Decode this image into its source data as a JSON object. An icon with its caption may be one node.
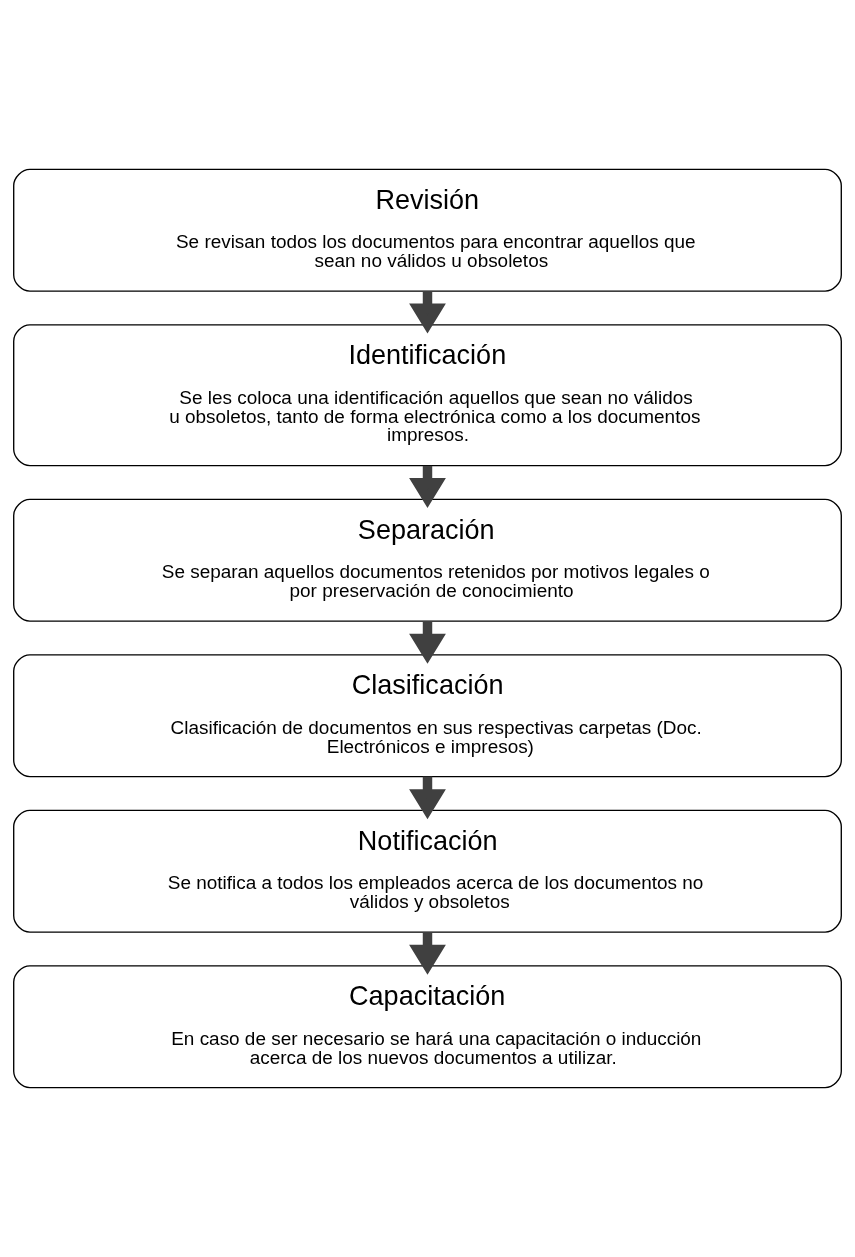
{
  "diagram": {
    "nodes": [
      {
        "text": [
          "Revisión",
          "Se revisan todos los documentos para encontrar aquellos que sean no válidos u obsoletos"
        ]
      },
      {
        "text": [
          "Identificación",
          "Se les coloca una identificación aquellos que sean no válidos u obsoletos, tanto de forma electrónica como a los documentos impresos."
        ]
      },
      {
        "text": [
          "Separación",
          "Se separan aquellos documentos retenidos por motivos legales o por preservación de conocimiento"
        ]
      },
      {
        "text": [
          "Clasificación",
          "Clasificación de documentos en sus respectivas carpetas (Doc. Electrónicos e impresos)"
        ]
      },
      {
        "text": [
          "Notificación",
          "Se notifica a todos los empleados acerca de los documentos no válidos y obsoletos"
        ]
      },
      {
        "text": [
          "Capacitación",
          "En caso de ser necesario se hará una capacitación o inducción acerca de los nuevos documentos a utilizar."
        ]
      }
    ],
    "edges": [
      {
        "from": 0,
        "to": 1,
        "arrow": "to"
      },
      {
        "from": 1,
        "to": 2,
        "arrow": "to"
      },
      {
        "from": 2,
        "to": 3,
        "arrow": "to"
      },
      {
        "from": 3,
        "to": 4,
        "arrow": "to"
      },
      {
        "from": 4,
        "to": 5,
        "arrow": "to"
      }
    ]
  }
}
